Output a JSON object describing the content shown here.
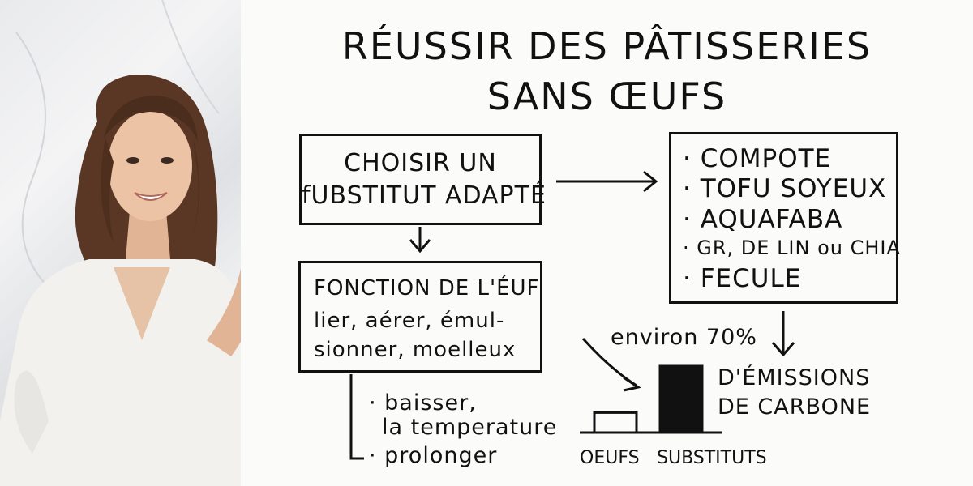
{
  "title": {
    "line1": "RÉUSSIR DES PÂTISSERIES",
    "line2": "SANS ŒUFS"
  },
  "box_choose": {
    "line1": "CHOISIR UN",
    "line2": "fUBSTITUT ADAPTÉ"
  },
  "box_function": {
    "heading": "FONCTION DE L'ÉUF",
    "line1": "lier, aérer, émul-",
    "line2": "sionner, moelleux"
  },
  "box_substitutes": {
    "items": [
      "· COMPOTE",
      "· TOFU SOYEUX",
      "· AQUAFABA",
      "· GR, DE LIN ou CHIA",
      "· FECULE"
    ]
  },
  "tips": {
    "item1_line1": "· baisser,",
    "item1_line2": "la temperature",
    "item2": "· prolonger"
  },
  "chart_note": {
    "percent": "environ 70%",
    "line1": "D'ÉMISSIONS",
    "line2": "DE CARBONE"
  },
  "chart_data": {
    "type": "bar",
    "categories": [
      "OEUFS",
      "SUBSTITUTS"
    ],
    "values": [
      30,
      100
    ],
    "title": "",
    "xlabel": "",
    "ylabel": ""
  },
  "colors": {
    "ink": "#111111",
    "paper": "#fbfbfa"
  }
}
